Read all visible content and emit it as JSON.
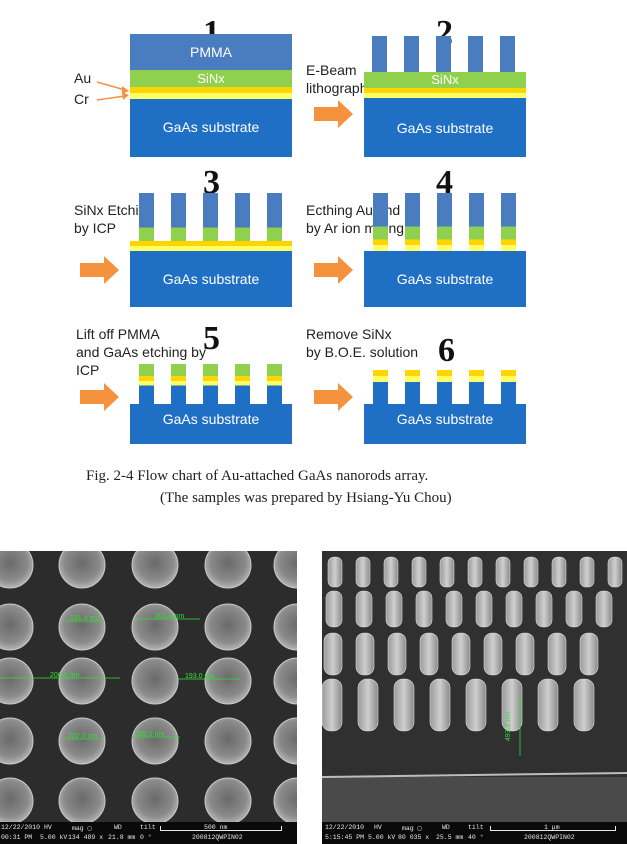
{
  "steps": [
    {
      "number": "1"
    },
    {
      "number": "2",
      "text": [
        "E-Beam",
        "lithography"
      ]
    },
    {
      "number": "3",
      "text": [
        "SiNx Etching",
        "by ICP"
      ]
    },
    {
      "number": "4",
      "text": [
        "Ecthing Au and Cr",
        "by Ar ion milling"
      ]
    },
    {
      "number": "5",
      "text": [
        "Lift off PMMA",
        "and GaAs etching by",
        "ICP"
      ]
    },
    {
      "number": "6",
      "text": [
        "Remove SiNx",
        "by B.O.E. solution"
      ]
    }
  ],
  "labels": {
    "pmma": "PMMA",
    "sinx": "SiNx",
    "au": "Au",
    "cr": "Cr",
    "substrate": "GaAs substrate"
  },
  "caption": {
    "line1": "Fig. 2-4   Flow chart of Au-attached GaAs nanorods array.",
    "line2": "(The samples was prepared by Hsiang-Yu Chou)"
  },
  "sem_left": {
    "measurements": [
      "191.4 nm",
      "201.4 nm",
      "206.5 nm",
      "193.0 nm",
      "202.0 nm",
      "205.0 nm"
    ],
    "status": {
      "date": "12/22/2010",
      "time": "00:31 PM",
      "hv_label": "HV",
      "hv": "5.00 kV",
      "mag_label": "mag ▢",
      "mag": "134 489 x",
      "wd_label": "WD",
      "wd": "21.8 mm",
      "tilt_label": "tilt",
      "tilt": "0 °",
      "scale": "500 nm",
      "id": "200812QWPIN02"
    }
  },
  "sem_right": {
    "measurements": [
      "493.2 nm"
    ],
    "status": {
      "date": "12/22/2010",
      "time": "5:15:45 PM",
      "hv_label": "HV",
      "hv": "5.00 kV",
      "mag_label": "mag ▢",
      "mag": "80 035 x",
      "wd_label": "WD",
      "wd": "25.5 mm",
      "tilt_label": "tilt",
      "tilt": "40 °",
      "scale": "1 μm",
      "id": "200812QWPIN02"
    }
  },
  "colors": {
    "pmma": "#4a7cc0",
    "sinx": "#8fd14f",
    "au": "#ffd500",
    "cr": "#ffff66",
    "substrate": "#1f6fc5",
    "arrow": "#f5923e"
  }
}
